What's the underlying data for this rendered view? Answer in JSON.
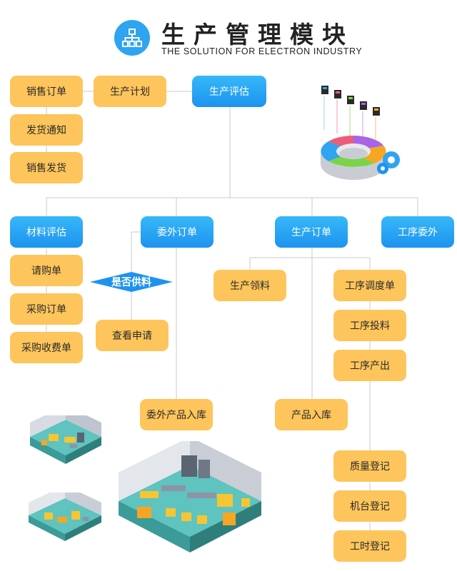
{
  "header": {
    "title": "生产管理模块",
    "subtitle": "THE SOLUTION FOR ELECTRON INDUSTRY"
  },
  "nodes": {
    "sales_order": "销售订单",
    "production_plan": "生产计划",
    "production_eval": "生产评估",
    "shipping_notice": "发货通知",
    "sales_shipping": "销售发货",
    "material_eval": "材料评估",
    "outsource_order": "委外订单",
    "production_order": "生产订单",
    "process_outsource": "工序委外",
    "purchase_request": "请购单",
    "purchase_order": "采购订单",
    "purchase_receipt": "采购收费单",
    "supply_decision": "是否供料",
    "view_request": "查看申请",
    "production_material": "生产领料",
    "process_dispatch": "工序调度单",
    "process_input": "工序投料",
    "process_output": "工序产出",
    "outsource_stock_in": "委外产品入库",
    "product_stock_in": "产品入库",
    "quality_register": "质量登记",
    "machine_register": "机台登记",
    "worktime_register": "工时登记"
  },
  "colors": {
    "yellow_node": "#fdc55b",
    "blue_node": "#1d93ef",
    "connector": "#c8c8c8",
    "header_icon": "#2fa4f0"
  }
}
